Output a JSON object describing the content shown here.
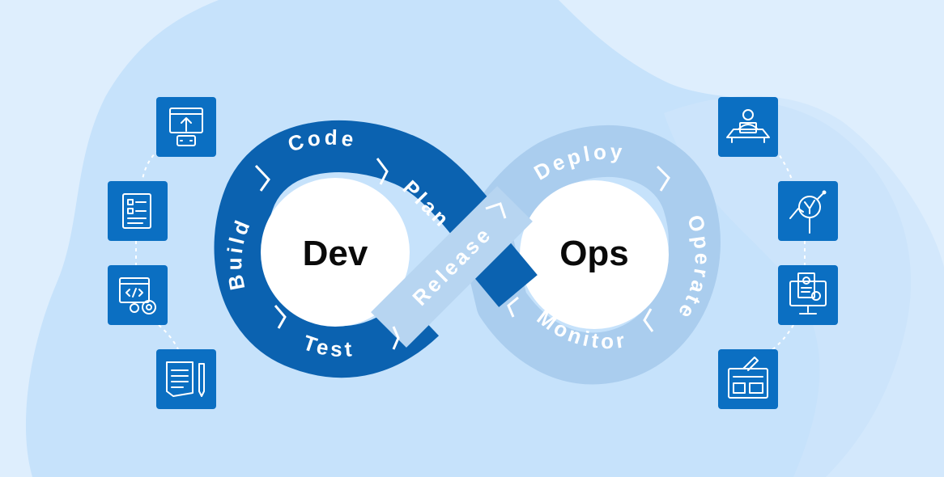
{
  "center": {
    "left": "Dev",
    "right": "Ops"
  },
  "segments": {
    "code": "Code",
    "plan": "Plan",
    "build": "Build",
    "test": "Test",
    "release": "Release",
    "deploy": "Deploy",
    "operate": "Operate",
    "monitor": "Monitor"
  },
  "icons": {
    "left": [
      "browser-upload-code-icon",
      "checklist-form-icon",
      "code-window-gears-icon",
      "document-pencil-icon"
    ],
    "right": [
      "engineer-laptop-icon",
      "analytics-magnifier-icon",
      "finance-monitor-icon",
      "kanban-board-icon"
    ]
  },
  "colors": {
    "background": "#deeefd",
    "blob": "#c6e2fb",
    "dev_loop": "#0b62b0",
    "ops_loop": "#aacdee",
    "icon_tile": "#0b6fc2"
  }
}
